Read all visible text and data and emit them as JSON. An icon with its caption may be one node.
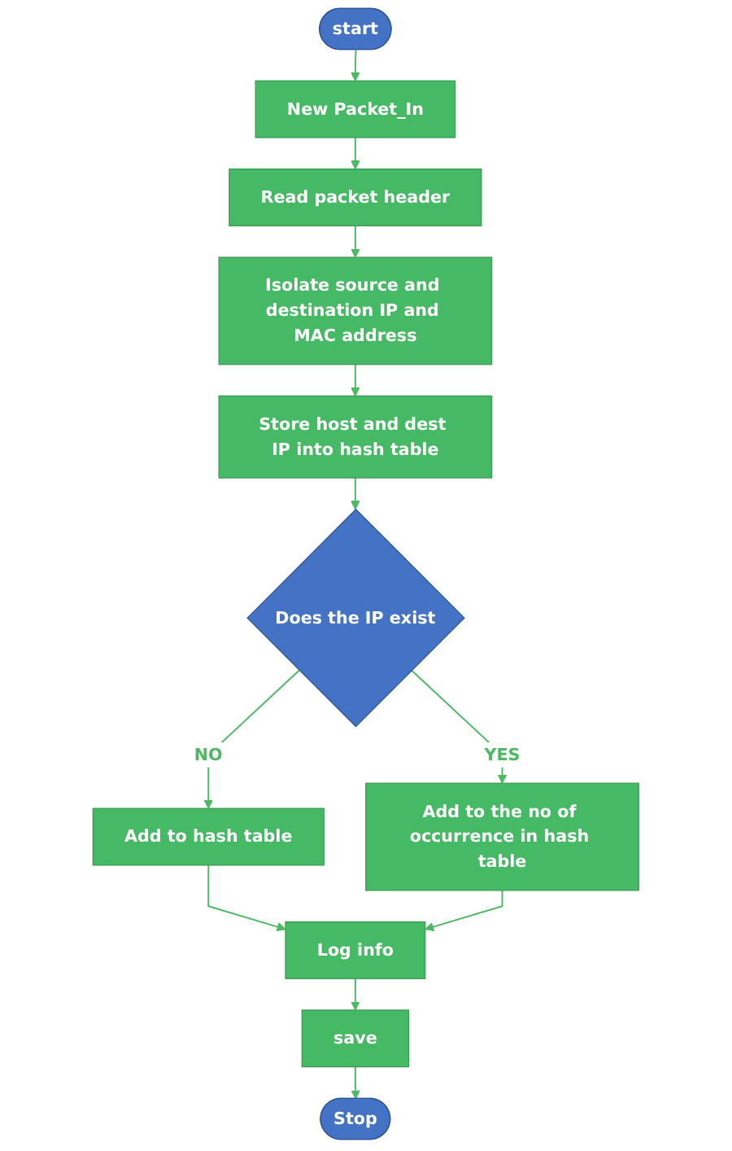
{
  "diagram": {
    "nodes": [
      {
        "text": [
          "start"
        ]
      },
      {
        "text": [
          "New Packet_In"
        ]
      },
      {
        "text": [
          "Read packet header"
        ]
      },
      {
        "text": [
          "Isolate source and destination IP and MAC address"
        ]
      },
      {
        "text": [
          "Store host and dest IP into hash table"
        ]
      },
      {
        "text": [
          "Does the IP exist"
        ]
      },
      {
        "text": [
          "Add to hash table"
        ]
      },
      {
        "text": [
          "Add to the no of occurrence in hash table"
        ]
      },
      {
        "text": [
          "Log info"
        ]
      },
      {
        "text": [
          "save"
        ]
      },
      {
        "text": [
          "Stop"
        ]
      }
    ],
    "edges": [
      {
        "from": 0,
        "to": 1,
        "arrow": "to"
      },
      {
        "from": 1,
        "to": 2,
        "arrow": "to"
      },
      {
        "from": 2,
        "to": 3,
        "arrow": "to"
      },
      {
        "from": 3,
        "to": 4,
        "arrow": "to"
      },
      {
        "from": 4,
        "to": 5,
        "arrow": "to"
      },
      {
        "from": 5,
        "to": 6,
        "label": "NO",
        "arrow": "to"
      },
      {
        "from": 5,
        "to": 7,
        "label": "YES",
        "arrow": "to"
      },
      {
        "from": 6,
        "to": 8,
        "arrow": "to"
      },
      {
        "from": 7,
        "to": 8,
        "arrow": "to"
      },
      {
        "from": 8,
        "to": 9,
        "arrow": "to"
      },
      {
        "from": 9,
        "to": 10,
        "arrow": "to"
      }
    ]
  }
}
